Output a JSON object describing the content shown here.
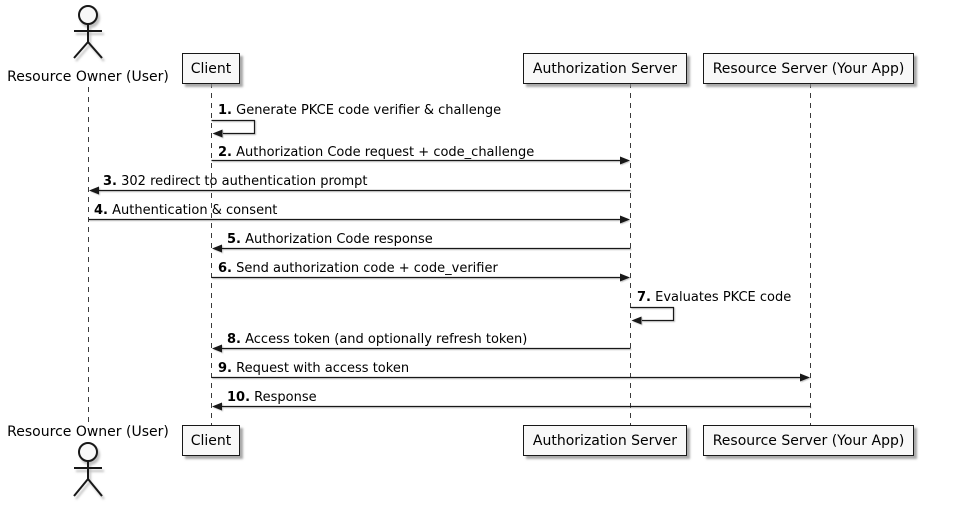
{
  "diagram_type": "sequence-diagram",
  "actors": {
    "resource_owner": "Resource Owner (User)"
  },
  "participants": [
    {
      "id": "client",
      "label": "Client"
    },
    {
      "id": "auth_server",
      "label": "Authorization Server"
    },
    {
      "id": "resource_server",
      "label": "Resource Server (Your App)"
    }
  ],
  "messages": [
    {
      "num": "1.",
      "text": "Generate PKCE code verifier & challenge",
      "from": "Client",
      "to": "Client"
    },
    {
      "num": "2.",
      "text": "Authorization Code request + code_challenge",
      "from": "Client",
      "to": "Authorization Server"
    },
    {
      "num": "3.",
      "text": "302 redirect to authentication prompt",
      "from": "Authorization Server",
      "to": "Resource Owner (User)"
    },
    {
      "num": "4.",
      "text": "Authentication & consent",
      "from": "Resource Owner (User)",
      "to": "Authorization Server"
    },
    {
      "num": "5.",
      "text": "Authorization Code response",
      "from": "Authorization Server",
      "to": "Client"
    },
    {
      "num": "6.",
      "text": "Send authorization code + code_verifier",
      "from": "Client",
      "to": "Authorization Server"
    },
    {
      "num": "7.",
      "text": "Evaluates PKCE code",
      "from": "Authorization Server",
      "to": "Authorization Server"
    },
    {
      "num": "8.",
      "text": "Access token (and optionally refresh token)",
      "from": "Authorization Server",
      "to": "Client"
    },
    {
      "num": "9.",
      "text": "Request with access token",
      "from": "Client",
      "to": "Resource Server (Your App)"
    },
    {
      "num": "10.",
      "text": "Response",
      "from": "Resource Server (Your App)",
      "to": "Client"
    }
  ],
  "colors": {
    "background": "#ffffff",
    "line": "#181818",
    "lifeline": "#3a3a3a",
    "box_fill": "#f8f8f8",
    "box_border": "#181818",
    "text": "#000000"
  }
}
